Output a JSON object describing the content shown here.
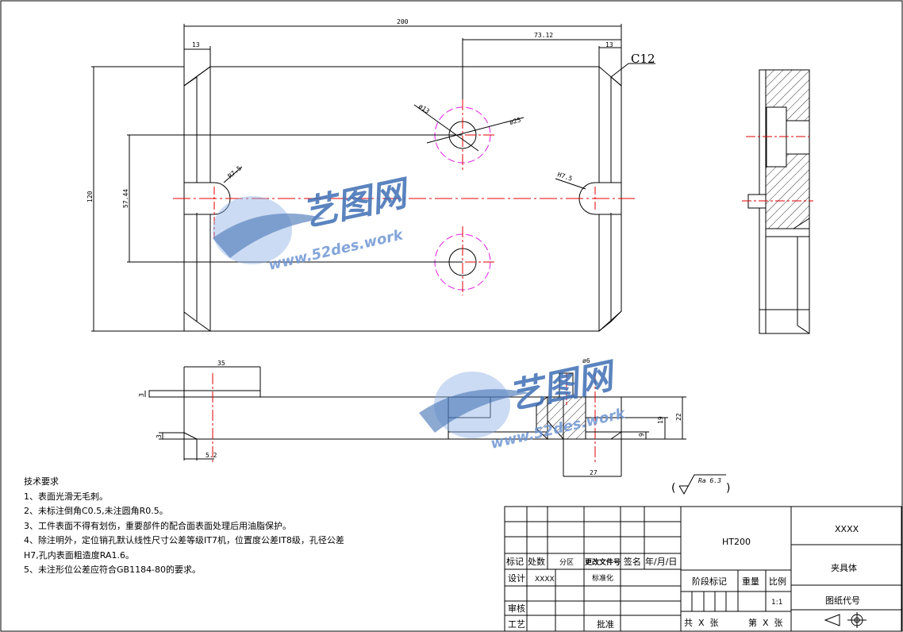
{
  "dimensions": {
    "overall_width": "200",
    "left_edge": "13",
    "right_edge": "13",
    "hole_offset": "73.12",
    "chamfer": "C12",
    "height": "120",
    "hole_pitch": "57.44",
    "small_hole_dia": "ø13",
    "large_hole_dia": "ø25",
    "slot_left": "R7.5",
    "slot_right": "H7.5",
    "lower_width": "35",
    "lower_step": "3",
    "lower_step2": "3",
    "lower_offset": "5.2",
    "pin_dia": "ø6",
    "section_height": "19",
    "total_height": "22",
    "base_height": "9",
    "section_width": "27",
    "roughness": "Ra 6.3"
  },
  "notes": {
    "title": "技术要求",
    "line1": "1、表面光滑无毛刺。",
    "line2": "2、未标注倒角C0.5,未注圆角R0.5。",
    "line3": "3、工件表面不得有划伤，重要部件的配合面表面处理后用油脂保护。",
    "line4": "4、除注明外，定位销孔默认线性尺寸公差等级IT7机，位置度公差IT8级，孔径公差",
    "line5": "H7,孔内表面粗造度RA1.6。",
    "line6": "5、未注形位公差应符合GB1184-80的要求。"
  },
  "title_block": {
    "material": "HT200",
    "drawing_no": "XXXX",
    "part_name": "夹具体",
    "mark": "标记",
    "count": "处数",
    "zone": "分区",
    "change_doc": "更改文件号",
    "signature": "签名",
    "date": "年/月/日",
    "design": "设计",
    "designer": "XXXX",
    "standardize": "标准化",
    "review": "审核",
    "process": "工艺",
    "approve": "批准",
    "stage_mark": "阶段标记",
    "weight": "重量",
    "scale": "比例",
    "scale_value": "1:1",
    "drawing_code": "图纸代号",
    "total_sheets": "共  X  张",
    "sheet_no": "第  X  张"
  },
  "watermark": {
    "brand": "艺图网",
    "url": "www.52des.work"
  }
}
